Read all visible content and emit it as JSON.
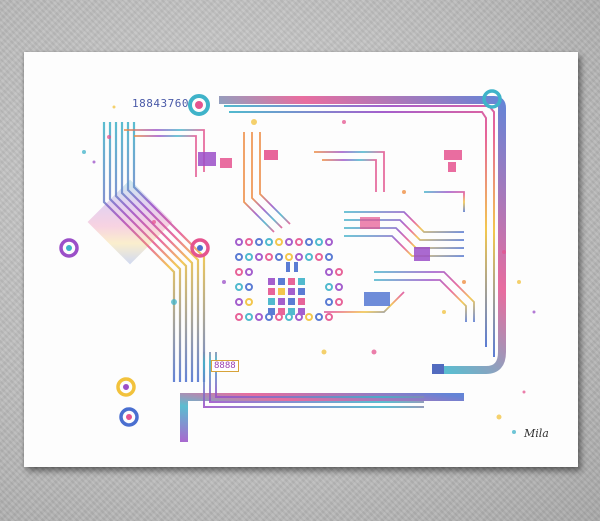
{
  "artwork": {
    "subject": "Watercolor circuit board art print on white canvas",
    "serial_text": "18843760",
    "display_text": "8888",
    "signature": "Mila",
    "colors": {
      "wall": "#c2c2c2",
      "canvas": "#fdfdfd",
      "trace_blue": "#4a6fd0",
      "trace_purple": "#9b4fc8",
      "trace_pink": "#e5548f",
      "trace_teal": "#3fb3c9",
      "trace_yellow": "#f2c23c",
      "trace_orange": "#ef8a3a"
    }
  }
}
